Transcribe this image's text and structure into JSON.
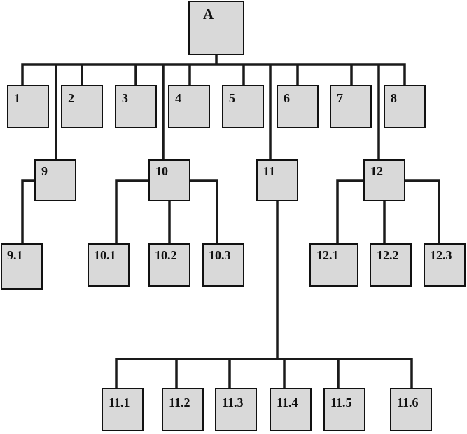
{
  "colors": {
    "box_fill": "#d9d9d9",
    "box_border": "#111111",
    "connector": "#1a1a1a",
    "background": "#ffffff"
  },
  "nodes": {
    "root": {
      "label": "A"
    },
    "n1": {
      "label": "1"
    },
    "n2": {
      "label": "2"
    },
    "n3": {
      "label": "3"
    },
    "n4": {
      "label": "4"
    },
    "n5": {
      "label": "5"
    },
    "n6": {
      "label": "6"
    },
    "n7": {
      "label": "7"
    },
    "n8": {
      "label": "8"
    },
    "n9": {
      "label": "9"
    },
    "n10": {
      "label": "10"
    },
    "n11": {
      "label": "11"
    },
    "n12": {
      "label": "12"
    },
    "n9_1": {
      "label": "9.1"
    },
    "n10_1": {
      "label": "10.1"
    },
    "n10_2": {
      "label": "10.2"
    },
    "n10_3": {
      "label": "10.3"
    },
    "n12_1": {
      "label": "12.1"
    },
    "n12_2": {
      "label": "12.2"
    },
    "n12_3": {
      "label": "12.3"
    },
    "n11_1": {
      "label": "11.1"
    },
    "n11_2": {
      "label": "11.2"
    },
    "n11_3": {
      "label": "11.3"
    },
    "n11_4": {
      "label": "11.4"
    },
    "n11_5": {
      "label": "11.5"
    },
    "n11_6": {
      "label": "11.6"
    }
  },
  "edges": [
    [
      "root",
      "n1"
    ],
    [
      "root",
      "n2"
    ],
    [
      "root",
      "n3"
    ],
    [
      "root",
      "n4"
    ],
    [
      "root",
      "n5"
    ],
    [
      "root",
      "n6"
    ],
    [
      "root",
      "n7"
    ],
    [
      "root",
      "n8"
    ],
    [
      "root",
      "n9"
    ],
    [
      "root",
      "n10"
    ],
    [
      "root",
      "n11"
    ],
    [
      "root",
      "n12"
    ],
    [
      "n9",
      "n9_1"
    ],
    [
      "n10",
      "n10_1"
    ],
    [
      "n10",
      "n10_2"
    ],
    [
      "n10",
      "n10_3"
    ],
    [
      "n12",
      "n12_1"
    ],
    [
      "n12",
      "n12_2"
    ],
    [
      "n12",
      "n12_3"
    ],
    [
      "n11",
      "n11_1"
    ],
    [
      "n11",
      "n11_2"
    ],
    [
      "n11",
      "n11_3"
    ],
    [
      "n11",
      "n11_4"
    ],
    [
      "n11",
      "n11_5"
    ],
    [
      "n11",
      "n11_6"
    ]
  ]
}
